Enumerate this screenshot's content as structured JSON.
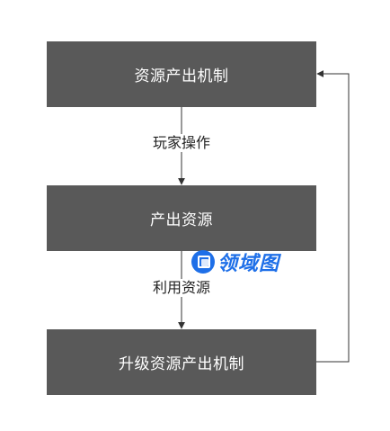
{
  "nodes": [
    {
      "id": "box1",
      "label": "资源产出机制"
    },
    {
      "id": "box2",
      "label": "产出资源"
    },
    {
      "id": "box3",
      "label": "升级资源产出机制"
    }
  ],
  "edges": [
    {
      "from": "box1",
      "to": "box2",
      "label": "玩家操作"
    },
    {
      "from": "box2",
      "to": "box3",
      "label": "利用资源"
    },
    {
      "from": "box3",
      "to": "box1",
      "label": ""
    }
  ],
  "watermark": {
    "text": "领域图"
  },
  "colors": {
    "box_fill": "#595959",
    "box_text": "#ffffff",
    "line": "#333333",
    "watermark": "#1e6fe8"
  }
}
